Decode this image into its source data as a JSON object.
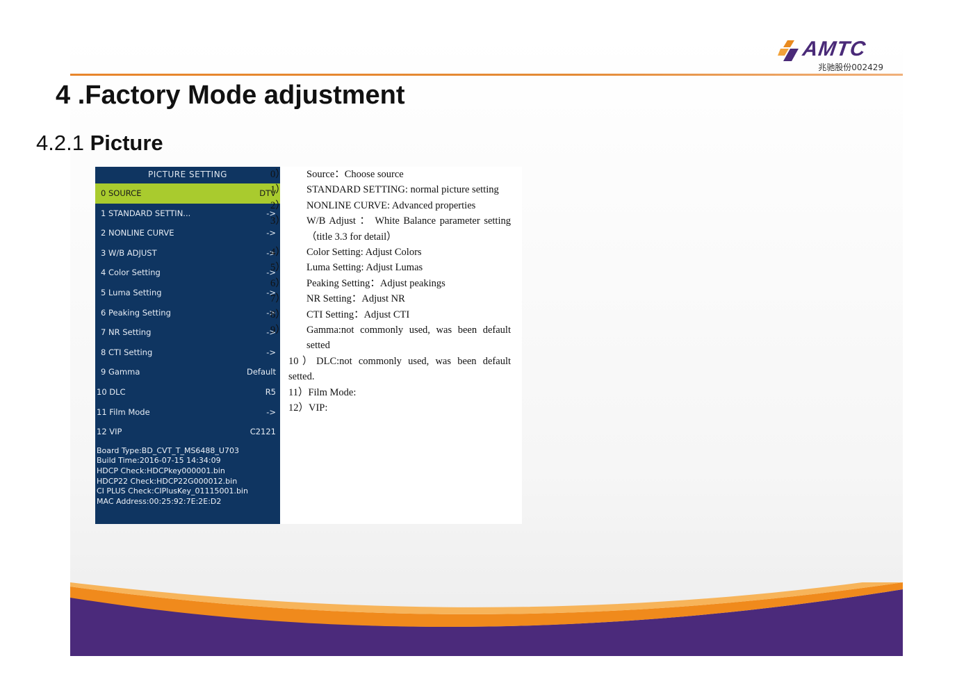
{
  "logo": {
    "wordmark": "AMTC",
    "sub": "兆驰股份002429"
  },
  "title": "4 .Factory Mode adjustment",
  "subtitle": {
    "number": "4.2.1",
    "label": "Picture"
  },
  "tv_menu": {
    "header": "PICTURE SETTING",
    "rows": [
      {
        "label": "0 SOURCE",
        "value": "DTV"
      },
      {
        "label": "1 STANDARD SETTIN...",
        "value": "->"
      },
      {
        "label": "2 NONLINE CURVE",
        "value": "->"
      },
      {
        "label": "3 W/B ADJUST",
        "value": "->"
      },
      {
        "label": "4 Color Setting",
        "value": "->"
      },
      {
        "label": "5 Luma Setting",
        "value": "->"
      },
      {
        "label": "6 Peaking Setting",
        "value": "->"
      },
      {
        "label": "7 NR Setting",
        "value": "->"
      },
      {
        "label": "8 CTI Setting",
        "value": "->"
      },
      {
        "label": "9 Gamma",
        "value": "Default"
      },
      {
        "label": "10 DLC",
        "value": "R5"
      },
      {
        "label": "11 Film Mode",
        "value": "->"
      },
      {
        "label": "12 VIP",
        "value": "C2121"
      }
    ],
    "info": [
      "Board Type:BD_CVT_T_MS6488_U703",
      "Build Time:2016-07-15 14:34:09",
      "HDCP Check:HDCPkey000001.bin",
      "HDCP22 Check:HDCP22G000012.bin",
      "CI PLUS Check:CIPlusKey_01115001.bin",
      "MAC Address:00:25:92:7E:2E:D2"
    ]
  },
  "descriptions": [
    {
      "num": "0）",
      "text": "Source：Choose source"
    },
    {
      "num": "1）",
      "text": "STANDARD SETTING: normal picture setting"
    },
    {
      "num": "2）",
      "text": "NONLINE CURVE: Advanced properties"
    },
    {
      "num": "3）",
      "text": "W/B Adjust ： White Balance parameter setting（title 3.3 for detail）"
    },
    {
      "num": "4）",
      "text": "Color Setting: Adjust Colors"
    },
    {
      "num": "5）",
      "text": "Luma Setting: Adjust Lumas"
    },
    {
      "num": "6）",
      "text": "Peaking Setting：Adjust peakings"
    },
    {
      "num": "7）",
      "text": "NR Setting：Adjust NR"
    },
    {
      "num": "8）",
      "text": "CTI Setting：Adjust CTI"
    },
    {
      "num": "9）",
      "text": "Gamma:not commonly used, was been default setted"
    },
    {
      "num": "10）",
      "text": "DLC:not commonly used, was been default setted."
    },
    {
      "num": "11）",
      "text": "Film Mode:"
    },
    {
      "num": "12）",
      "text": "VIP:"
    }
  ]
}
